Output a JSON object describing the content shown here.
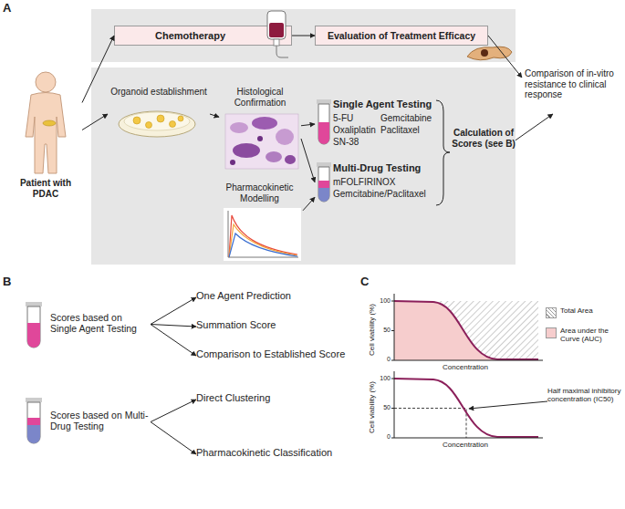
{
  "diagram": {
    "nodes": [
      {
        "text": [
          "Patient with PDAC"
        ]
      },
      {
        "text": [
          "Chemotherapy"
        ]
      },
      {
        "text": [
          "Evaluation of Treatment Efficacy"
        ]
      },
      {
        "text": [
          "Organoid establishment"
        ]
      },
      {
        "text": [
          "Histological Confirmation"
        ]
      },
      {
        "text": [
          "Pharmacokinetic Modelling"
        ]
      },
      {
        "text": [
          "Single Agent Testing",
          "5-FU",
          "Gemcitabine",
          "Oxaliplatin",
          "Paclitaxel",
          "SN-38"
        ]
      },
      {
        "text": [
          "Multi-Drug Testing",
          "mFOLFIRINOX",
          "Gemcitabine/Paclitaxel"
        ]
      },
      {
        "text": [
          "Calculation of Scores (see B)"
        ]
      },
      {
        "text": [
          "Comparison of in-vitro resistance to clinical response"
        ]
      },
      {
        "text": [
          "Scores based on Single Agent Testing"
        ]
      },
      {
        "text": [
          "One Agent Prediction"
        ]
      },
      {
        "text": [
          "Summation Score"
        ]
      },
      {
        "text": [
          "Comparison to Established Score"
        ]
      },
      {
        "text": [
          "Scores based on Multi-Drug Testing"
        ]
      },
      {
        "text": [
          "Direct Clustering"
        ]
      },
      {
        "text": [
          "Pharmacokinetic Classification"
        ]
      }
    ],
    "edges": [
      {
        "from": 0,
        "to": 1,
        "arrow": "to"
      },
      {
        "from": 0,
        "to": 3,
        "arrow": "to"
      },
      {
        "from": 1,
        "to": 2,
        "arrow": "to"
      },
      {
        "from": 3,
        "to": 4,
        "arrow": "to"
      },
      {
        "from": 4,
        "to": 6,
        "arrow": "to"
      },
      {
        "from": 4,
        "to": 7,
        "arrow": "to"
      },
      {
        "from": 5,
        "to": 7,
        "arrow": "to"
      },
      {
        "from": 2,
        "to": 9,
        "arrow": "to"
      },
      {
        "from": 8,
        "to": 9,
        "arrow": "to"
      },
      {
        "from": 10,
        "to": 11,
        "arrow": "to"
      },
      {
        "from": 10,
        "to": 12,
        "arrow": "to"
      },
      {
        "from": 10,
        "to": 13,
        "arrow": "to"
      },
      {
        "from": 14,
        "to": 15,
        "arrow": "to"
      },
      {
        "from": 14,
        "to": 16,
        "arrow": "to"
      }
    ],
    "labels": [
      "A",
      "B",
      "C",
      "Cell viability (%)",
      "100",
      "50",
      "0",
      "Concentration",
      "Cell viability (%)",
      "100",
      "50",
      "0",
      "Concentration",
      "Half maximal inhibitory concentration (IC50)"
    ],
    "legend": [
      {
        "text": "Total Area"
      },
      {
        "text": "Area under the Curve (AUC)",
        "color": "#f6cdcd"
      }
    ]
  }
}
